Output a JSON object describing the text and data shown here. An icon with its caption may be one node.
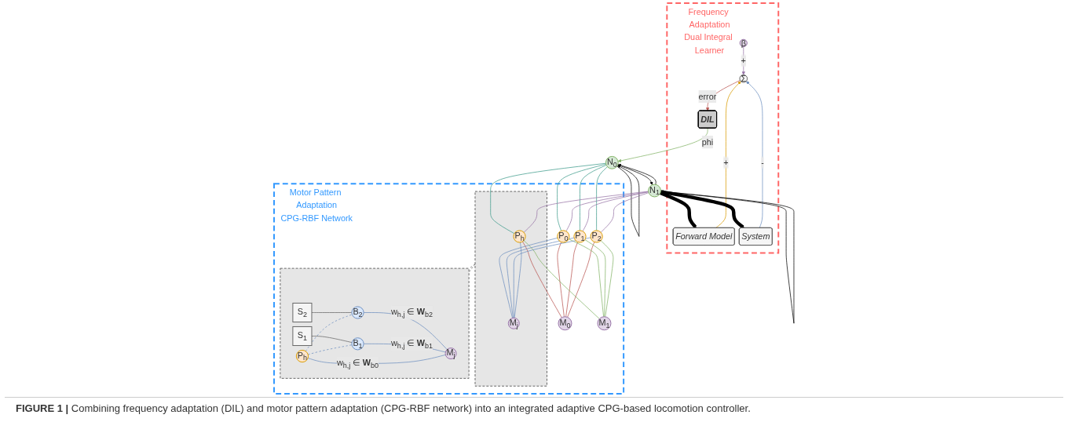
{
  "diagram": {
    "caption": "**FIGURE 1 |** Combining frequency adaptation (DIL) and motor pattern adaptation (CPG-RBF network) into an integrated adaptive CPG-based locomotion controller.",
    "nodes": [
      {
        "text": [
          "Frequency Adaptation",
          "Dual Integral Learner"
        ]
      },
      {
        "text": [
          "Motor Pattern Adaptation",
          "CPG-RBF Network"
        ]
      },
      {
        "text": [
          "β"
        ],
        "in": 0
      },
      {
        "text": [
          "Σ"
        ],
        "in": 0
      },
      {
        "text": [
          "DIL"
        ],
        "in": 0
      },
      {
        "text": [
          "Forward Model"
        ],
        "in": 0
      },
      {
        "text": [
          "System"
        ],
        "in": 0
      },
      {
        "text": [
          "N$_{0}$"
        ]
      },
      {
        "text": [
          "N$_{1}$"
        ]
      },
      {
        "text": [
          "P$_{0}$"
        ],
        "in": 1
      },
      {
        "text": [
          "P$_{1}$"
        ],
        "in": 1
      },
      {
        "text": [
          "P$_{2}$"
        ],
        "in": 1
      },
      {
        "text": [],
        "shape": "box",
        "in": 1
      },
      {
        "text": [
          "P$_{h}$"
        ],
        "in": 12
      },
      {
        "text": [
          "M$_{0}$"
        ],
        "in": 1
      },
      {
        "text": [
          "M$_{1}$"
        ],
        "in": 1
      },
      {
        "text": [
          "M$_{j}$"
        ],
        "in": 12
      },
      {
        "text": [],
        "shape": "box",
        "in": 1
      },
      {
        "text": [
          "S$_{2}$"
        ],
        "in": 17
      },
      {
        "text": [
          "B$_{2}$"
        ],
        "in": 17
      },
      {
        "text": [
          "S$_{1}$"
        ],
        "in": 17
      },
      {
        "text": [
          "B$_{1}$"
        ],
        "in": 17
      },
      {
        "text": [
          "P$_{h}$"
        ],
        "in": 17
      },
      {
        "text": [
          "M$_{j}$"
        ],
        "in": 17
      }
    ],
    "edges": [
      {
        "from": 6,
        "to": 3,
        "arrow": "to",
        "label": "-",
        "color": "#6c8ebf"
      },
      {
        "from": 2,
        "to": 3,
        "arrow": "to",
        "label": "+",
        "color": "#9673a6"
      },
      {
        "from": 5,
        "to": 3,
        "arrow": "to",
        "label": "+",
        "color": "#d79b00"
      },
      {
        "from": 3,
        "to": 4,
        "arrow": "to",
        "label": "error",
        "color": "#b85450"
      },
      {
        "from": 4,
        "to": 7,
        "arrow": "to",
        "label": "phi",
        "color": "#82b366"
      },
      {
        "from": 7,
        "to": 7,
        "arrow": "to",
        "color": "#000000"
      },
      {
        "from": 7,
        "to": 8,
        "arrow": "to",
        "color": "#000000"
      },
      {
        "from": 8,
        "to": 7,
        "arrow": "to",
        "color": "#000000"
      },
      {
        "from": 8,
        "to": 8,
        "arrow": "to",
        "color": "#000000"
      },
      {
        "from": 8,
        "to": 5,
        "arrow": "to",
        "style": "thick",
        "color": "#000000"
      },
      {
        "from": 8,
        "to": 6,
        "arrow": "to",
        "style": "thick",
        "color": "#000000"
      },
      {
        "from": 7,
        "to": 9,
        "arrow": "none",
        "color": "#3d9a8b"
      },
      {
        "from": 7,
        "to": 10,
        "arrow": "none",
        "color": "#3d9a8b"
      },
      {
        "from": 7,
        "to": 11,
        "arrow": "none",
        "color": "#3d9a8b"
      },
      {
        "from": 7,
        "to": 13,
        "arrow": "none",
        "color": "#3d9a8b"
      },
      {
        "from": 8,
        "to": 9,
        "arrow": "none",
        "color": "#9673a6"
      },
      {
        "from": 8,
        "to": 10,
        "arrow": "none",
        "color": "#9673a6"
      },
      {
        "from": 8,
        "to": 11,
        "arrow": "none",
        "color": "#9673a6"
      },
      {
        "from": 8,
        "to": 13,
        "arrow": "none",
        "color": "#9673a6"
      },
      {
        "from": 9,
        "to": 14,
        "arrow": "none",
        "color": "#b85450"
      },
      {
        "from": 10,
        "to": 14,
        "arrow": "none",
        "color": "#b85450"
      },
      {
        "from": 11,
        "to": 14,
        "arrow": "none",
        "color": "#b85450"
      },
      {
        "from": 13,
        "to": 14,
        "arrow": "none",
        "color": "#b85450"
      },
      {
        "from": 9,
        "to": 15,
        "arrow": "none",
        "color": "#82b366"
      },
      {
        "from": 10,
        "to": 15,
        "arrow": "none",
        "color": "#82b366"
      },
      {
        "from": 11,
        "to": 15,
        "arrow": "none",
        "color": "#82b366"
      },
      {
        "from": 13,
        "to": 15,
        "arrow": "none",
        "color": "#82b366"
      },
      {
        "from": 9,
        "to": 16,
        "arrow": "none",
        "color": "#6c8ebf"
      },
      {
        "from": 10,
        "to": 16,
        "arrow": "none",
        "color": "#6c8ebf"
      },
      {
        "from": 11,
        "to": 16,
        "arrow": "none",
        "color": "#6c8ebf"
      },
      {
        "from": 13,
        "to": 16,
        "arrow": "none",
        "color": "#6c8ebf"
      },
      {
        "from": 12,
        "to": 17,
        "arrow": "none",
        "style": "dashed",
        "color": "#666666"
      },
      {
        "from": 12,
        "to": 17,
        "arrow": "none",
        "style": "dashed",
        "color": "#666666"
      },
      {
        "from": 18,
        "to": 19,
        "arrow": "none",
        "color": "#666666"
      },
      {
        "from": 20,
        "to": 21,
        "arrow": "none",
        "color": "#666666"
      },
      {
        "from": 22,
        "to": 19,
        "arrow": "none",
        "style": "dashed",
        "color": "#6c8ebf"
      },
      {
        "from": 22,
        "to": 21,
        "arrow": "none",
        "style": "dashed",
        "color": "#6c8ebf"
      },
      {
        "from": 19,
        "to": 23,
        "arrow": "none",
        "label": "w$_{h,j}$ ∈ **W**$_{b2}$",
        "color": "#6c8ebf"
      },
      {
        "from": 21,
        "to": 23,
        "arrow": "none",
        "label": "w$_{h,j}$ ∈ **W**$_{b1}$",
        "color": "#6c8ebf"
      },
      {
        "from": 22,
        "to": 23,
        "arrow": "none",
        "label": "w$_{h,j}$ ∈ **W**$_{b0}$",
        "color": "#6c8ebf"
      }
    ]
  }
}
